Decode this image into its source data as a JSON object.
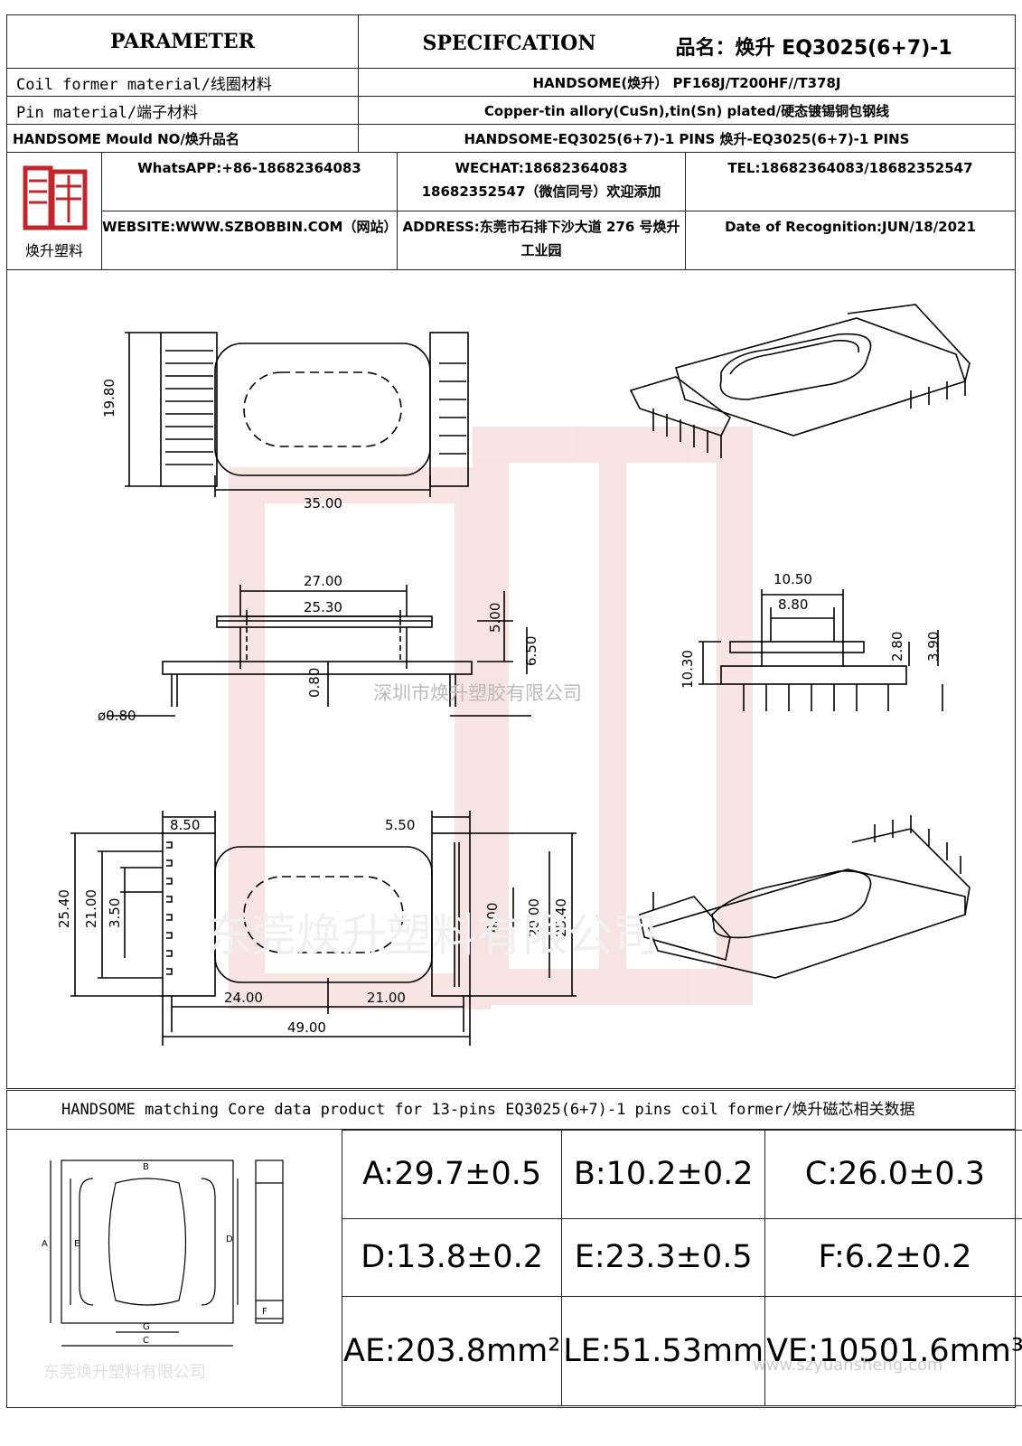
{
  "header": {
    "parameter": "PARAMETER",
    "specification": "SPECIFCATION",
    "product_name": "品名：焕升 EQ3025(6+7)-1"
  },
  "rows": [
    {
      "label": "Coil former material/线圈材料",
      "value": "HANDSOME(焕升）   PF168J/T200HF//T378J"
    },
    {
      "label": "Pin material/端子材料",
      "value": "Copper-tin allory(CuSn),tin(Sn) plated/硬态镀锡铜包钢线"
    },
    {
      "label": "HANDSOME Mould NO/焕升品名",
      "value": "HANDSOME-EQ3025(6+7)-1 PINS    焕升-EQ3025(6+7)-1 PINS"
    }
  ],
  "company": {
    "logo_caption": "焕升塑料",
    "whatsapp": "WhatsAPP:+86-18682364083",
    "wechat_line1": "WECHAT:18682364083",
    "wechat_line2": "18682352547（微信同号）欢迎添加",
    "tel": "TEL:18682364083/18682352547",
    "website": "WEBSITE:WWW.SZBOBBIN.COM（网站）",
    "address": "ADDRESS:东莞市石排下沙大道 276 号焕升工业园",
    "date": "Date of Recognition:JUN/18/2021"
  },
  "dimensions": {
    "A": "19.80",
    "B": "35.00",
    "C": "27.00",
    "D": "25.30",
    "E": "5.00",
    "F": "6.50",
    "G": "",
    "H": "0.80",
    "I": "ø0.80",
    "J": "8.50",
    "K": "25.40",
    "L": "21.00",
    "M": "3.50",
    "N": "24.00",
    "O": "49.00",
    "P": "21.00",
    "Q": "4.00",
    "R": "20.00",
    "S": "25.40",
    "T": "5.50",
    "U": "10.50",
    "V": "8.80",
    "W": "2.80",
    "X": "3.90",
    "Y": "10.30"
  },
  "watermarks": {
    "middle": "深圳市焕升塑胶有限公司",
    "large": "东莞焕升塑料有限公司",
    "core_drawing": "东莞焕升塑料有限公司",
    "url": "www.szyuansheng.com"
  },
  "core": {
    "title": "HANDSOME matching Core data  product for 13-pins EQ3025(6+7)-1 pins coil former/焕升磁芯相关数据",
    "values": [
      [
        "A:29.7±0.5",
        "B:10.2±0.2",
        "C:26.0±0.3"
      ],
      [
        "D:13.8±0.2",
        "E:23.3±0.5",
        "F:6.2±0.2"
      ],
      [
        "AE:203.8mm²",
        "LE:51.53mm",
        "VE:10501.6mm³"
      ]
    ],
    "drawing_labels": [
      "A",
      "E",
      "B",
      "D",
      "F",
      "G",
      "C"
    ]
  },
  "colors": {
    "watermark": "#f3c9c9",
    "logo": "#c0262c",
    "line": "#000000"
  }
}
